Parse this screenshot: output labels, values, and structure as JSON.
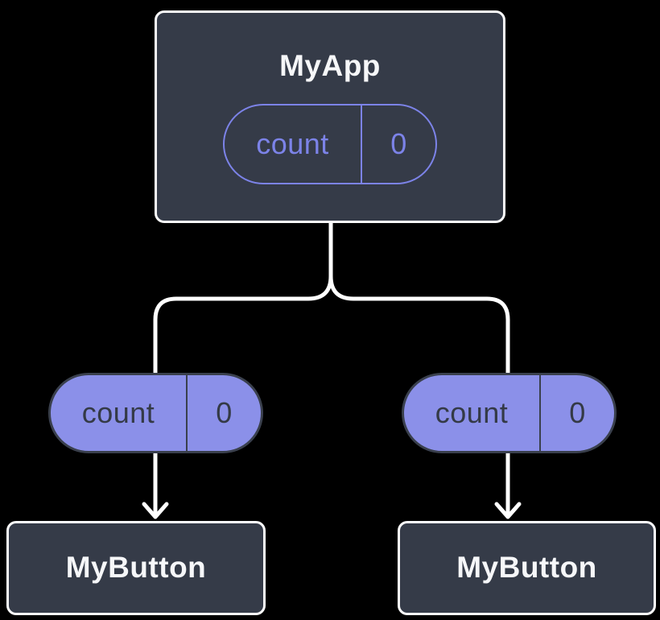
{
  "colors": {
    "background": "#000000",
    "node_fill": "#353b48",
    "node_border": "#ffffff",
    "node_text": "#f6f7f9",
    "state_pill_outline": "#7c83e8",
    "prop_pill_fill": "#8b90e9",
    "prop_pill_border": "#3a404d",
    "prop_pill_text": "#343a46",
    "connector": "#ffffff"
  },
  "root_node": {
    "title": "MyApp",
    "state_pill": {
      "name": "count",
      "value": "0"
    }
  },
  "child_nodes": [
    {
      "title": "MyButton",
      "prop_pill": {
        "name": "count",
        "value": "0"
      }
    },
    {
      "title": "MyButton",
      "prop_pill": {
        "name": "count",
        "value": "0"
      }
    }
  ]
}
